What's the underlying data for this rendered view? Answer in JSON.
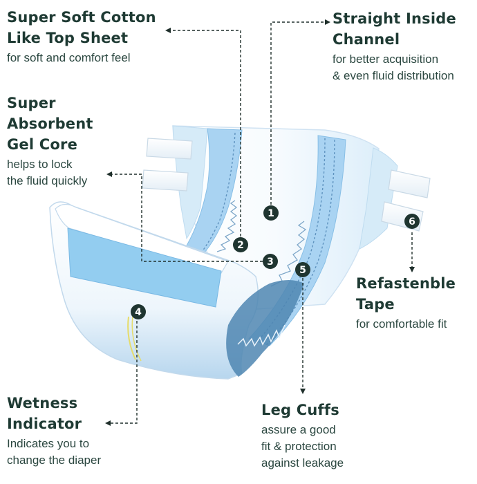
{
  "features": [
    {
      "id": 1,
      "title": [
        "Super Soft Cotton",
        "Like Top Sheet"
      ],
      "desc": [
        "for soft and comfort feel"
      ]
    },
    {
      "id": 2,
      "title": [
        "Straight Inside",
        "Channel"
      ],
      "desc": [
        "for better acquisition",
        "& even fluid distribution"
      ]
    },
    {
      "id": 3,
      "title": [
        "Super",
        "Absorbent",
        "Gel Core"
      ],
      "desc": [
        "helps to lock",
        "the fluid quickly"
      ]
    },
    {
      "id": 4,
      "title": [
        "Refastenble",
        "Tape"
      ],
      "desc": [
        "for comfortable fit"
      ]
    },
    {
      "id": 5,
      "title": [
        "Wetness",
        "Indicator"
      ],
      "desc": [
        "Indicates you to",
        "change the diaper"
      ]
    },
    {
      "id": 6,
      "title": [
        "Leg Cuffs"
      ],
      "desc": [
        "assure a good",
        "fit & protection",
        "against leakage"
      ]
    }
  ],
  "markers": [
    "1",
    "2",
    "3",
    "4",
    "5",
    "6"
  ],
  "colors": {
    "text": "#1e3a33",
    "marker_fill": "#1f3530",
    "leader": "#1f2f2b",
    "diaper_blue": "#b9dcf4",
    "core_blue": "#93cdf0",
    "shadow_blue": "#4f86b2",
    "indicator": "#e6dc6a"
  }
}
